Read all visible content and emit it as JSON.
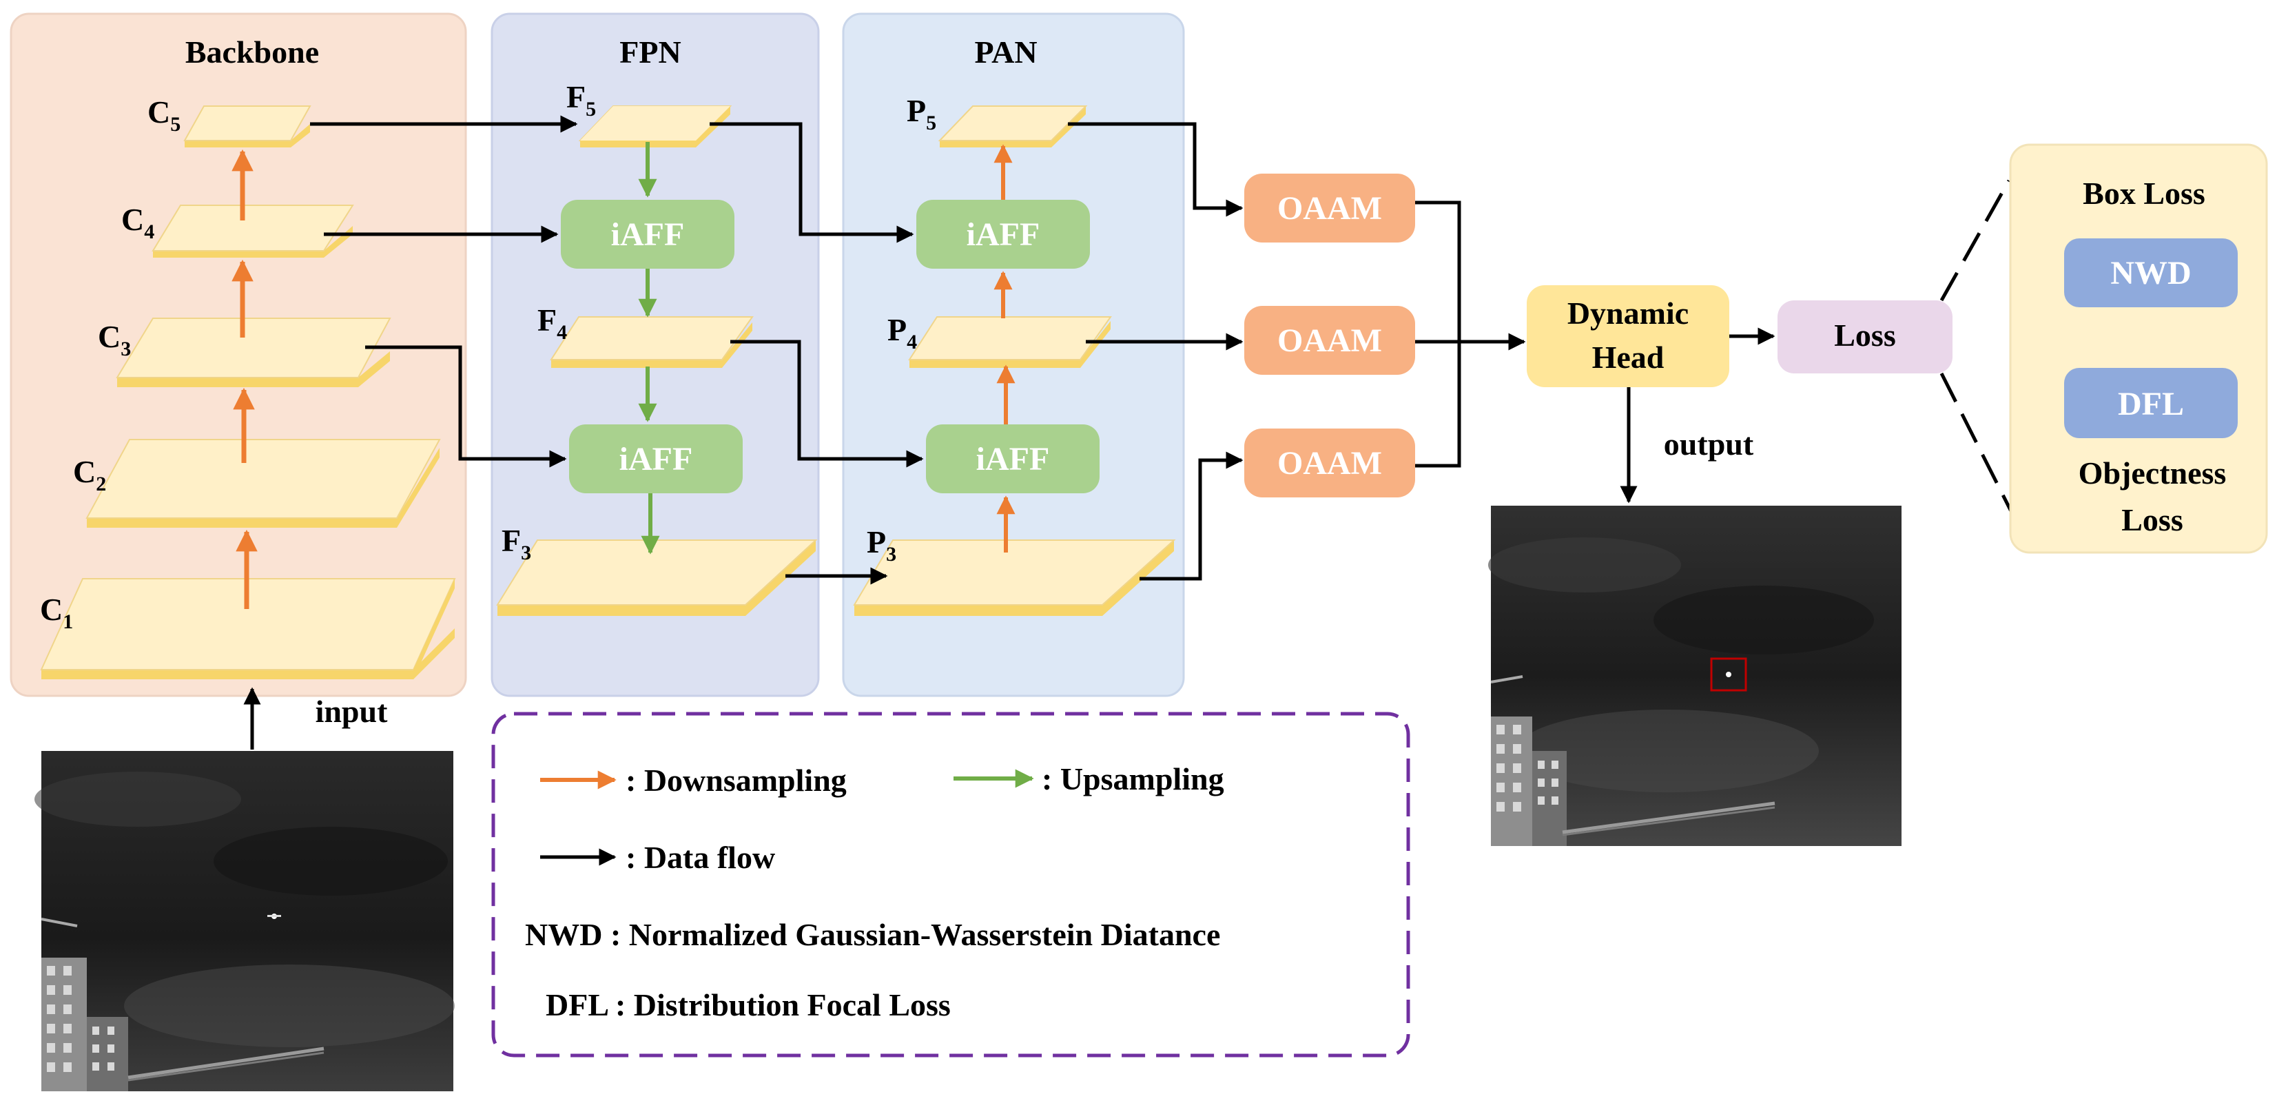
{
  "panels": {
    "backbone": {
      "title": "Backbone",
      "color": "#FAE3D4",
      "border": "#EED3C3"
    },
    "fpn": {
      "title": "FPN",
      "color": "#DCE1F2",
      "border": "#C9D0E8"
    },
    "pan": {
      "title": "PAN",
      "color": "#DDE8F6",
      "border": "#C9D6EA"
    }
  },
  "backbone_layers": [
    {
      "main": "C",
      "sub": "1"
    },
    {
      "main": "C",
      "sub": "2"
    },
    {
      "main": "C",
      "sub": "3"
    },
    {
      "main": "C",
      "sub": "4"
    },
    {
      "main": "C",
      "sub": "5"
    }
  ],
  "fpn_layers": [
    {
      "main": "F",
      "sub": "5"
    },
    {
      "main": "F",
      "sub": "4"
    },
    {
      "main": "F",
      "sub": "3"
    }
  ],
  "pan_layers": [
    {
      "main": "P",
      "sub": "5"
    },
    {
      "main": "P",
      "sub": "4"
    },
    {
      "main": "P",
      "sub": "3"
    }
  ],
  "fusion_blocks": {
    "label": "iAFF",
    "color": "#A9D18E"
  },
  "attention_blocks": {
    "label": "OAAM",
    "color": "#F8B183"
  },
  "dynamic_head": {
    "line1": "Dynamic",
    "line2": "Head",
    "color": "#FFE699"
  },
  "loss": {
    "label": "Loss",
    "color": "#EAD7EA"
  },
  "loss_panel": {
    "box_loss": "Box Loss",
    "nwd": "NWD",
    "dfl": "DFL",
    "objectness_line1": "Objectness",
    "objectness_line2": "Loss",
    "panel_color": "#FFF2CC",
    "chip_color": "#8FAADC"
  },
  "io_labels": {
    "input": "input",
    "output": "output"
  },
  "legend": {
    "downsampling": ": Downsampling",
    "upsampling": ": Upsampling",
    "data_flow": ": Data flow",
    "nwd_def": "NWD : Normalized Gaussian-Wasserstein Diatance",
    "dfl_def": "DFL : Distribution Focal Loss",
    "border_color": "#7030A0"
  },
  "colors": {
    "downsampling_arrow": "#ED7D31",
    "upsampling_arrow": "#70AD47",
    "data_flow_arrow": "#000000",
    "layer_top": "#FFF0C8",
    "layer_side": "#F7D56A"
  },
  "icons": {
    "input_image": "thermal-sky-image-icon",
    "output_image": "thermal-detection-image-icon"
  }
}
